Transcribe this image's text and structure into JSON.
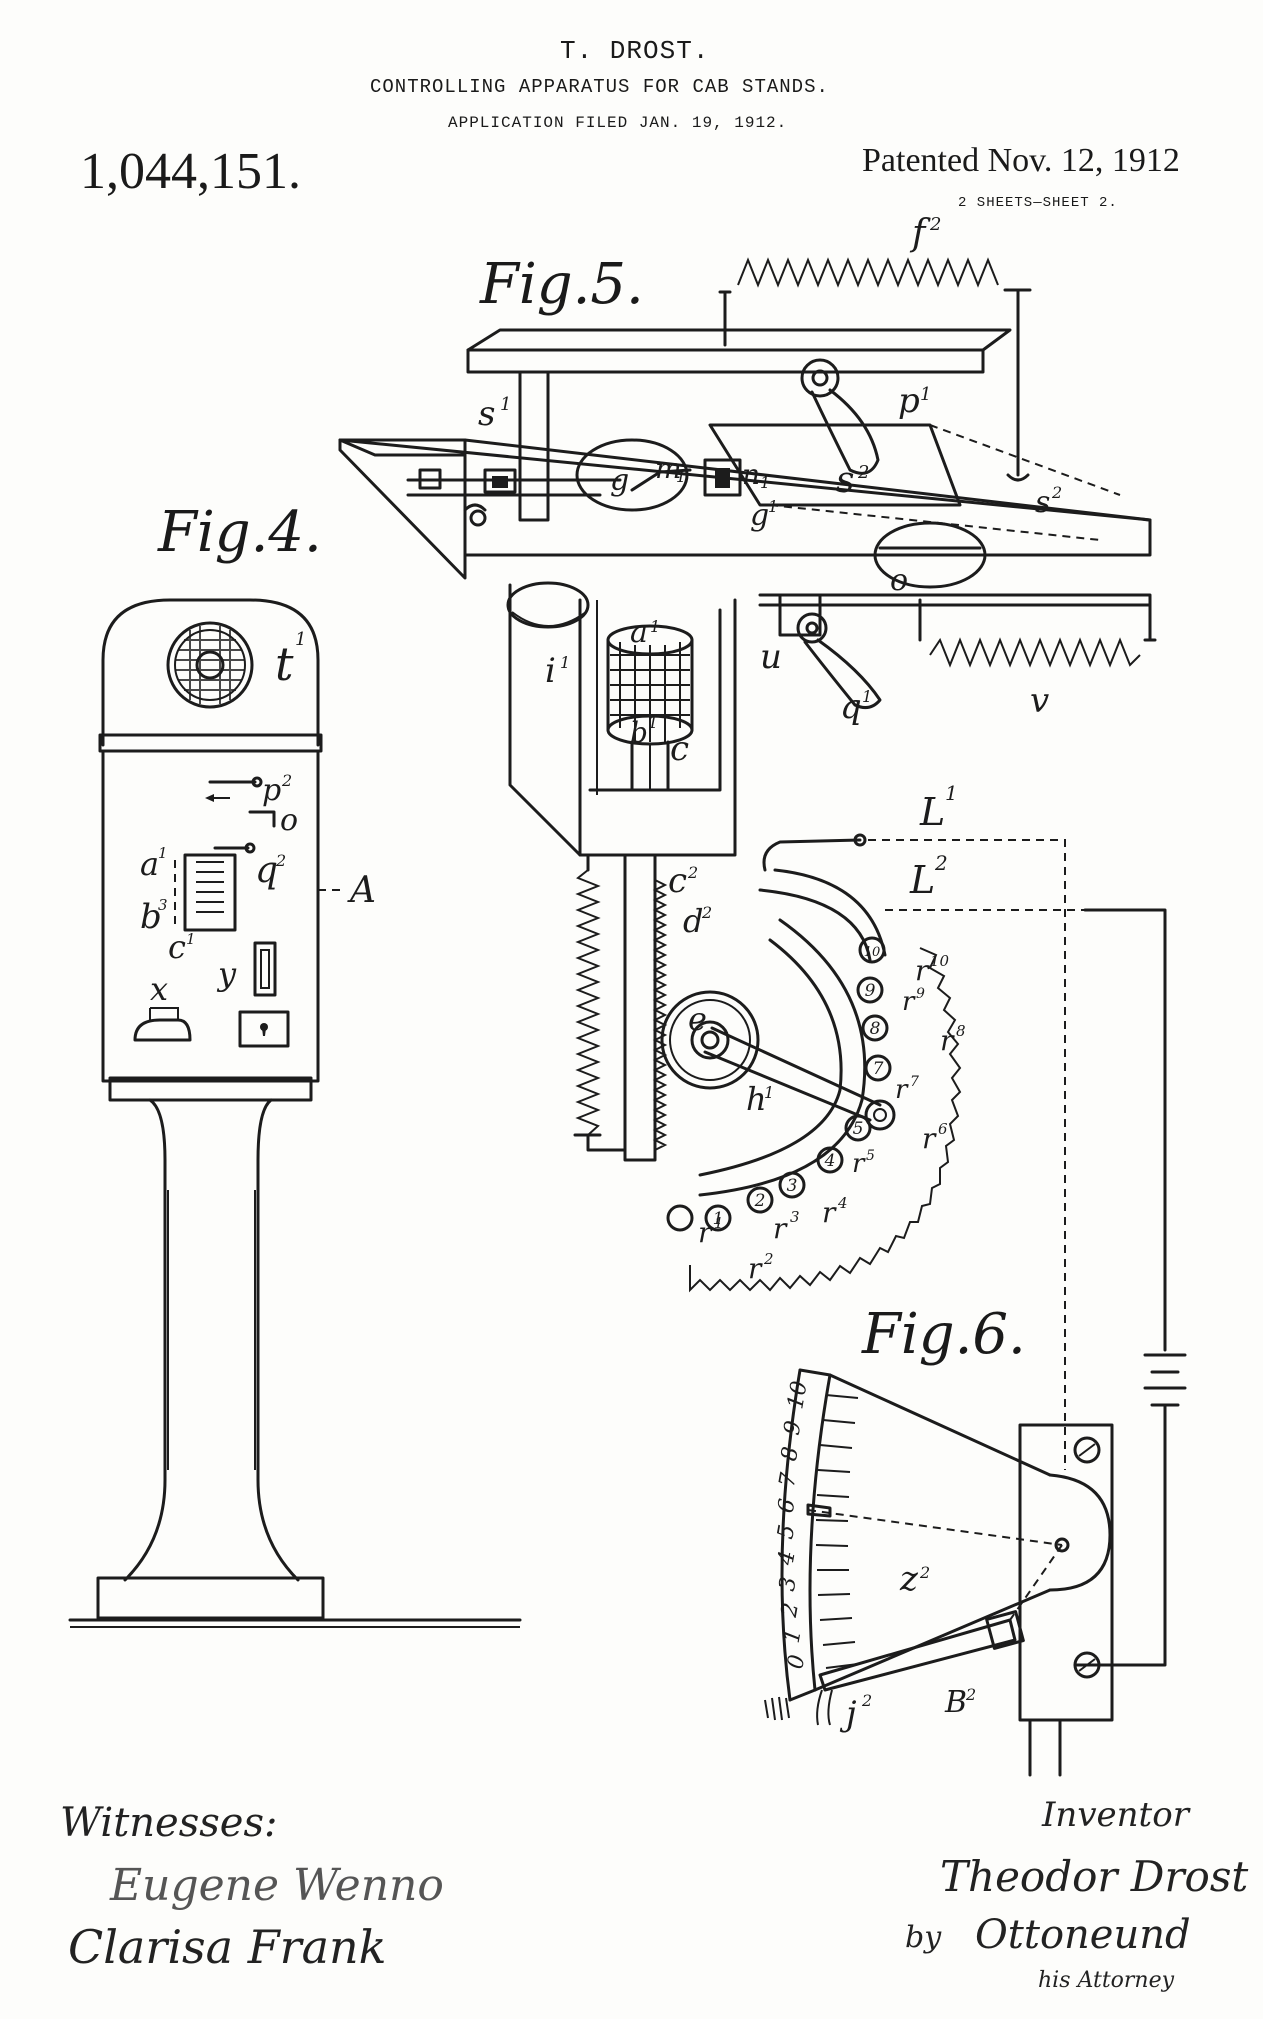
{
  "header": {
    "inventor": "T. DROST.",
    "title": "CONTROLLING APPARATUS FOR CAB STANDS.",
    "filed": "APPLICATION FILED JAN. 19, 1912.",
    "patent_number": "1,044,151.",
    "patented": "Patented Nov. 12, 1912",
    "sheets": "2 SHEETS—SHEET 2."
  },
  "figures": {
    "fig4": "Fig.4.",
    "fig5": "Fig.5.",
    "fig6": "Fig.6."
  },
  "fig4_labels": {
    "t1": "t",
    "t1_sup": "1",
    "p2": "p",
    "p2_sup": "2",
    "o": "o",
    "a1": "a",
    "a1_sup": "1",
    "q2": "q",
    "q2_sup": "2",
    "b3": "b",
    "b3_sup": "3",
    "c1": "c",
    "c1_sup": "1",
    "A": "A",
    "x": "x",
    "y": "y"
  },
  "fig5_labels": {
    "f2": "f",
    "f2_sup": "2",
    "s1": "s",
    "s1_sup": "1",
    "p1": "p",
    "p1_sup": "1",
    "g": "g",
    "m1": "m",
    "m1_sup": "1",
    "n1": "n",
    "n1_sup": "1",
    "g1": "g",
    "g1_sup": "1",
    "s2a": "s",
    "s2a_sup": "2",
    "s2b": "s",
    "s2b_sup": "2",
    "o": "o",
    "i1": "i",
    "i1_sup": "1",
    "a1": "a",
    "a1_sup": "1",
    "u": "u",
    "q1": "q",
    "q1_sup": "1",
    "v": "v",
    "b1": "b",
    "b1_sup": "1",
    "c": "c",
    "c2": "c",
    "c2_sup": "2",
    "d2": "d",
    "d2_sup": "2",
    "e": "e",
    "h1": "h",
    "h1_sup": "1",
    "L1": "L",
    "L1_sup": "1",
    "L2": "L",
    "L2_sup": "2",
    "r10": "r",
    "r10_sup": "10",
    "r9": "r",
    "r9_sup": "9",
    "r8": "r",
    "r8_sup": "8",
    "r7": "r",
    "r7_sup": "7",
    "r6": "r",
    "r6_sup": "6",
    "r5": "r",
    "r5_sup": "5",
    "r4": "r",
    "r4_sup": "4",
    "r3": "r",
    "r3_sup": "3",
    "r2": "r",
    "r2_sup": "2",
    "r1": "r",
    "r1_sup": "1",
    "contacts": [
      "1",
      "2",
      "3",
      "4",
      "5",
      "7",
      "8",
      "9",
      "10"
    ]
  },
  "fig6_labels": {
    "scale": [
      "0",
      "1",
      "2",
      "3",
      "4",
      "5",
      "6",
      "7",
      "8",
      "9",
      "10"
    ],
    "z2": "z",
    "z2_sup": "2",
    "j2": "j",
    "j2_sup": "2",
    "B2": "B",
    "B2_sup": "2"
  },
  "signatures": {
    "witnesses_label": "Witnesses:",
    "witness1": "Eugene Wenno",
    "witness2": "Clarisa Frank",
    "inventor_label": "Inventor",
    "inventor_name": "Theodor Drost",
    "by": "by",
    "attorney_name": "Ottoneund",
    "attorney_label": "his Attorney"
  }
}
